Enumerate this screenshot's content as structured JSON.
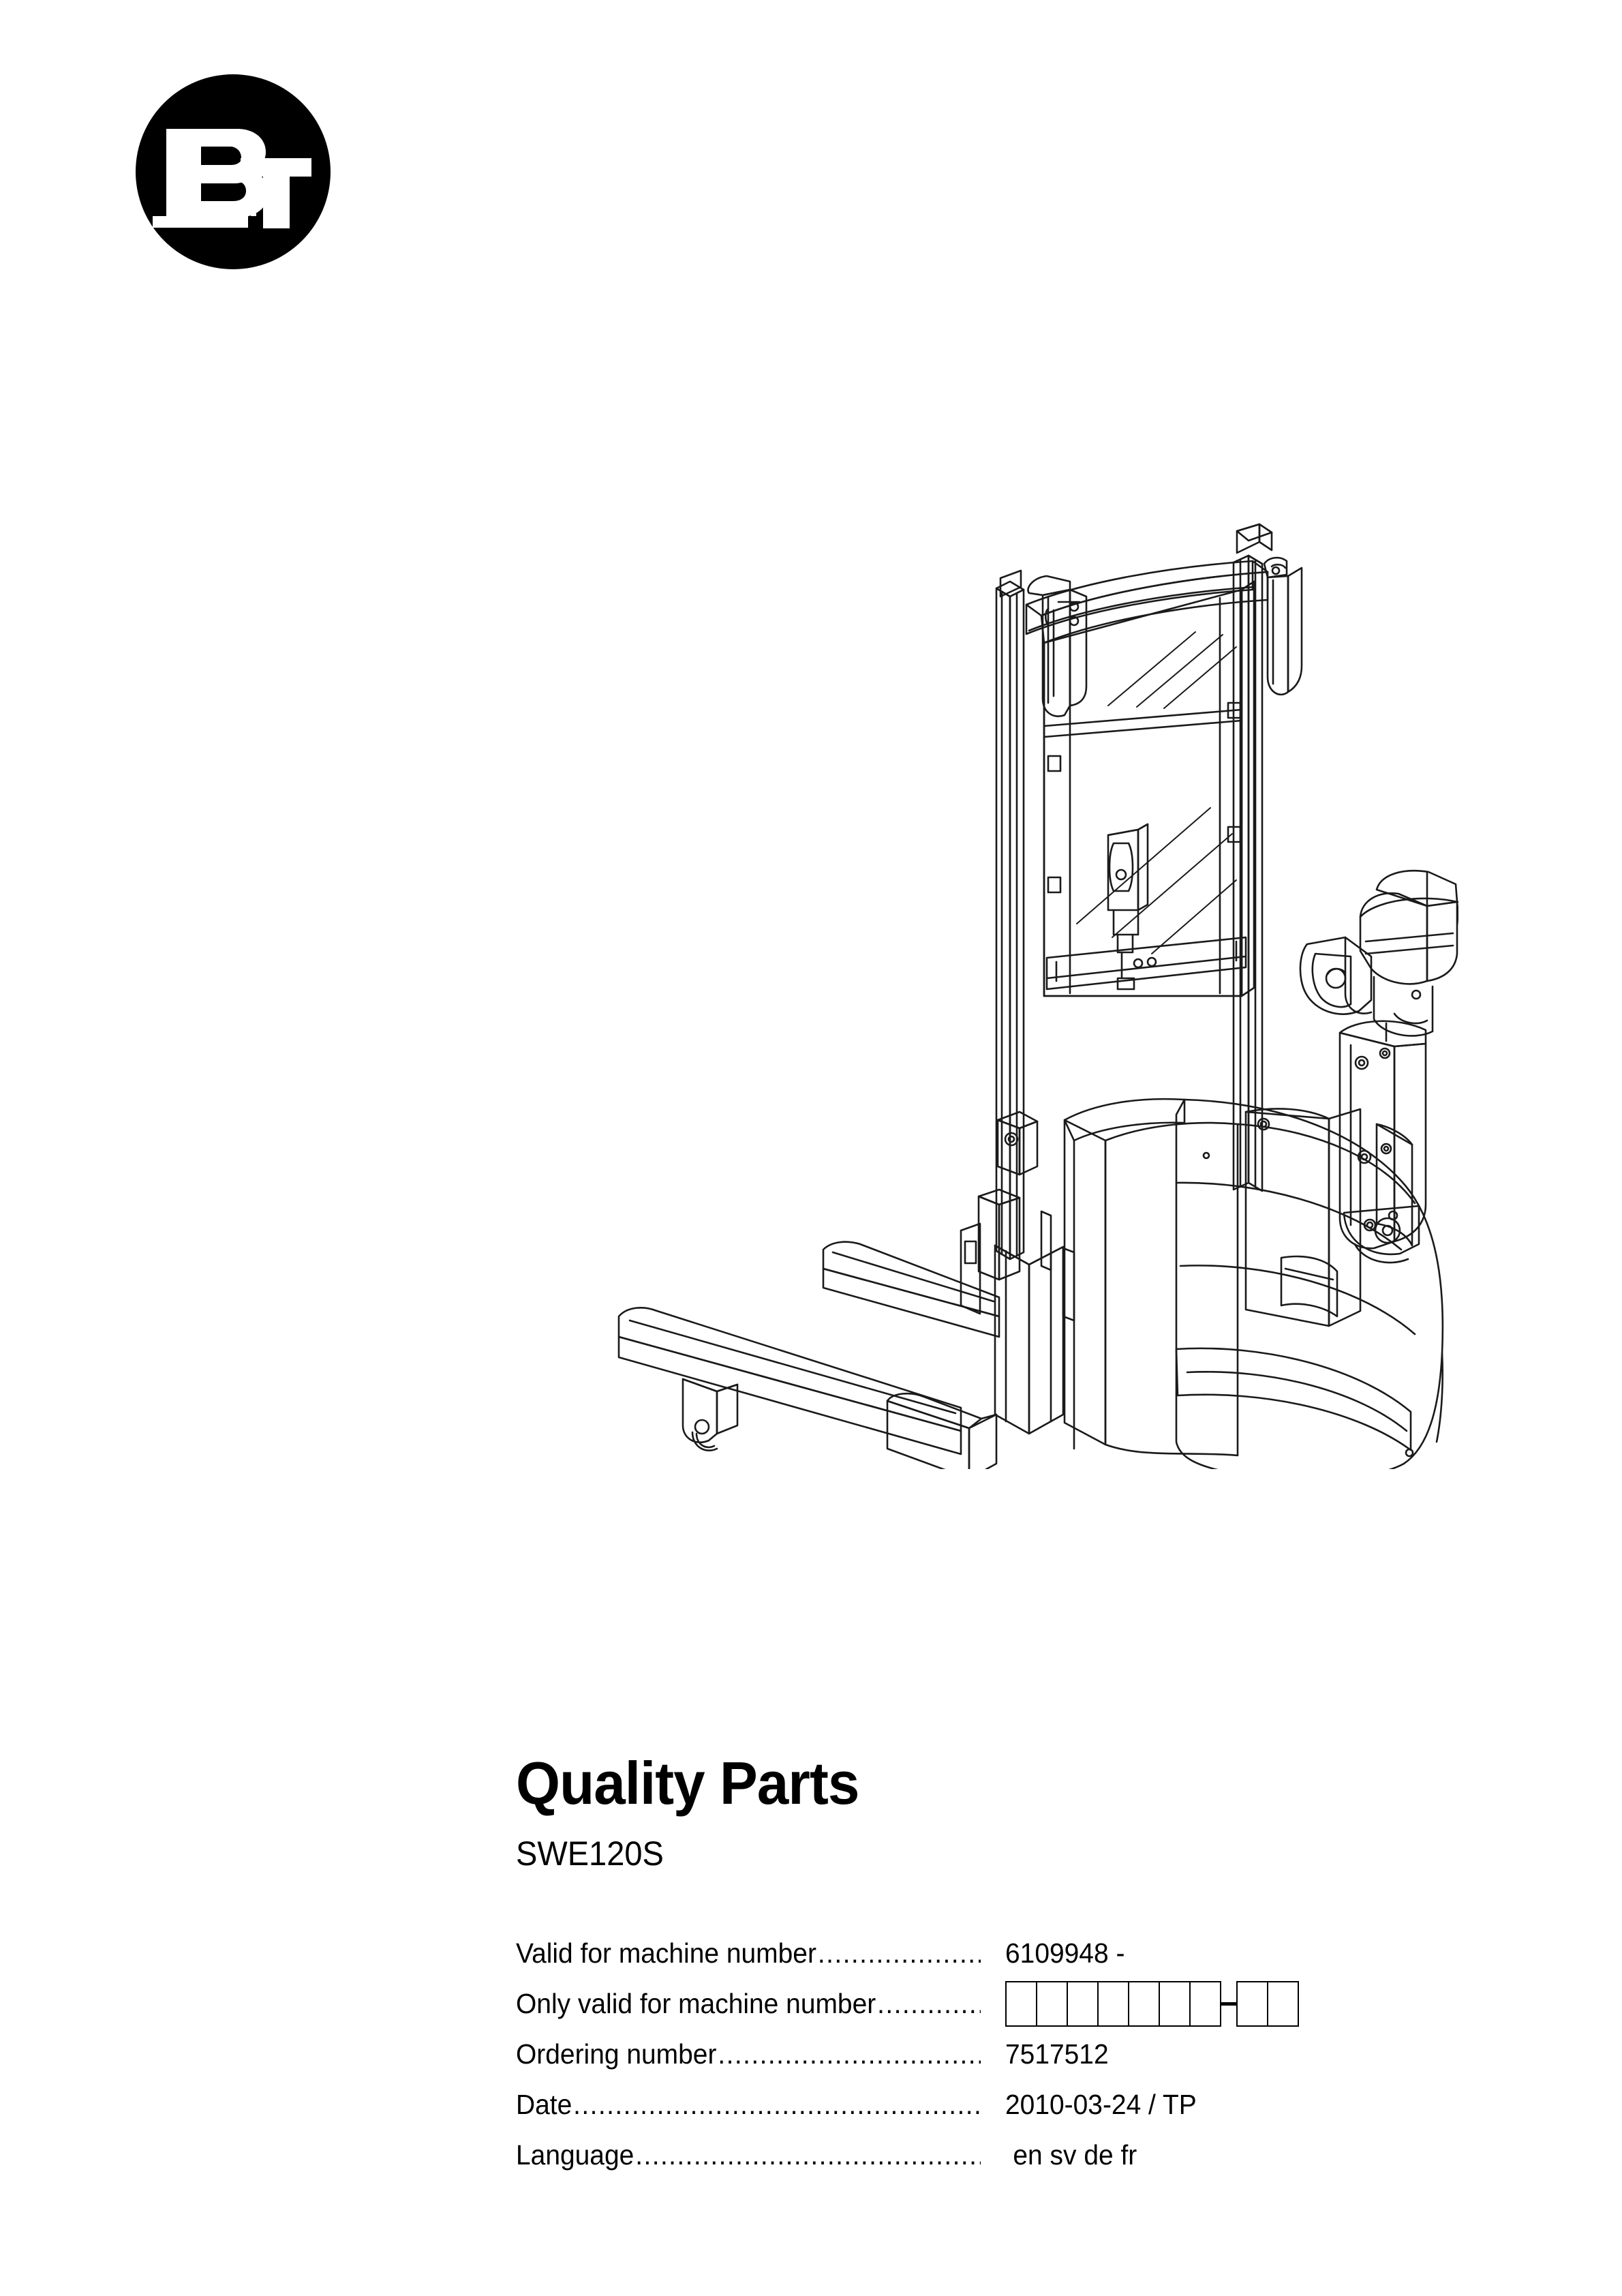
{
  "logo": {
    "brand": "BT",
    "letter_primary": "B",
    "letter_secondary": "T",
    "bg_color": "#000000",
    "fg_color": "#FFFFFF"
  },
  "illustration": {
    "name": "electric-pallet-stacker-line-drawing",
    "alt": "Line drawing of BT SWE120S electric pedestrian pallet stacker with raised mast and forks"
  },
  "cover": {
    "title": "Quality Parts",
    "model": "SWE120S",
    "rows": [
      {
        "id": "valid-for-machine-number",
        "label": "Valid for machine number",
        "dots": "....................................................................",
        "value": "6109948 -",
        "type": "text"
      },
      {
        "id": "only-valid-for-machine-number",
        "label": "Only valid for machine number",
        "dots": "....................................................................",
        "value": "",
        "type": "boxes",
        "boxes_before": 7,
        "boxes_after": 2
      },
      {
        "id": "ordering-number",
        "label": "Ordering number ",
        "dots": "....................................................................",
        "value": "7517512",
        "type": "text"
      },
      {
        "id": "date",
        "label": "Date ",
        "dots": "....................................................................",
        "value": "2010-03-24 / TP",
        "type": "text"
      },
      {
        "id": "language",
        "label": "Language",
        "dots": "....................................................................",
        "value": "en sv de fr",
        "type": "text"
      }
    ]
  }
}
